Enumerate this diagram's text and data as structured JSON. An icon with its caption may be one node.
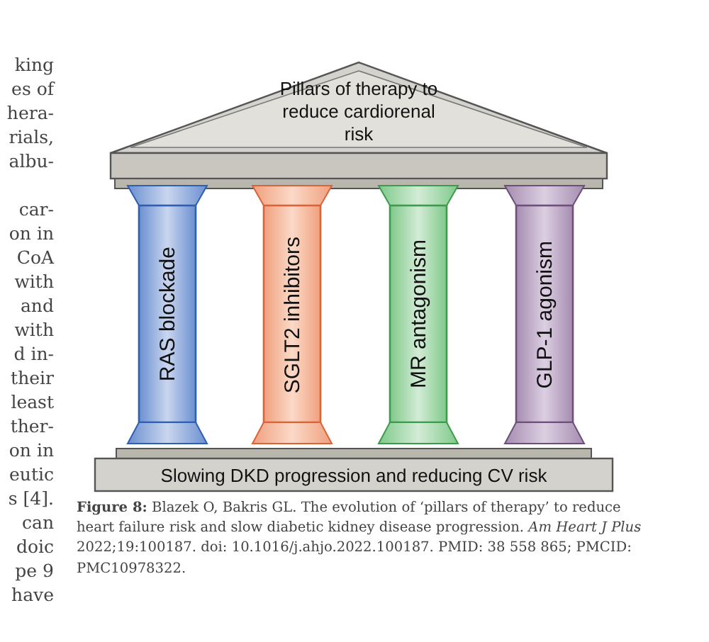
{
  "diagram": {
    "caption": "**Figure 8:** Blazek O, Bakris GL. The evolution of ‘pillars of therapy’ to reduce heart failure risk and slow diabetic kidney disease progression. *Am Heart J Plus* 2022;19:100187. doi: 10.1016/j.ahjo.2022.100187. PMID: 38 558 865; PMCID: PMC10978322.",
    "nodes": [
      {
        "text": [
          "Pillars of therapy to reduce cardiorenal risk"
        ]
      },
      {
        "text": [
          "RAS blockade"
        ]
      },
      {
        "text": [
          "SGLT2 inhibitors"
        ]
      },
      {
        "text": [
          "MR antagonism"
        ]
      },
      {
        "text": [
          "GLP-1 agonism"
        ]
      },
      {
        "text": [
          "Slowing DKD progression and reducing CV risk"
        ]
      }
    ],
    "labels": [
      "king",
      "es of",
      "hera-",
      "rials,",
      "albu-",
      "car-",
      "on in",
      "CoA",
      "with",
      "and",
      "with",
      "d in-",
      "their",
      "least",
      "ther-",
      "on in",
      "eutic",
      "s [4].",
      "can",
      "doic",
      "pe 9",
      "have"
    ]
  }
}
